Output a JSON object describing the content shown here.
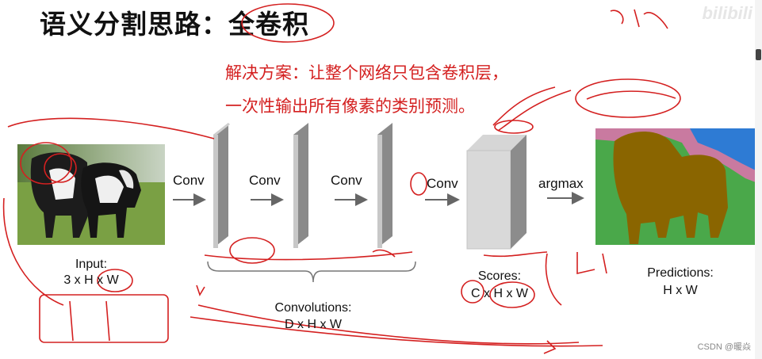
{
  "slide": {
    "title": "语义分割思路：全卷积",
    "watermark": "bilibili",
    "handwritten_note": "卷积",
    "solution_line1": "解决方案：让整个网络只包含卷积层，",
    "solution_line2": "一次性输出所有像素的类别预测。"
  },
  "diagram": {
    "input_label_line1": "Input:",
    "input_label_line2": "3 x H x W",
    "conv_labels": [
      "Conv",
      "Conv",
      "Conv",
      "Conv"
    ],
    "argmax_label": "argmax",
    "convolutions_label_line1": "Convolutions:",
    "convolutions_label_line2": "D x H x W",
    "scores_label_line1": "Scores:",
    "scores_label_line2": "C x H x W",
    "predictions_label_line1": "Predictions:",
    "predictions_label_line2": "H x W"
  },
  "footer": {
    "credit": "CSDN @暖焱"
  },
  "colors": {
    "annotation_red": "#d42020",
    "prediction_sky": "#2e7bd4",
    "prediction_cow": "#8a6500",
    "prediction_grass": "#4aa84a",
    "prediction_pink": "#c97aa0"
  }
}
